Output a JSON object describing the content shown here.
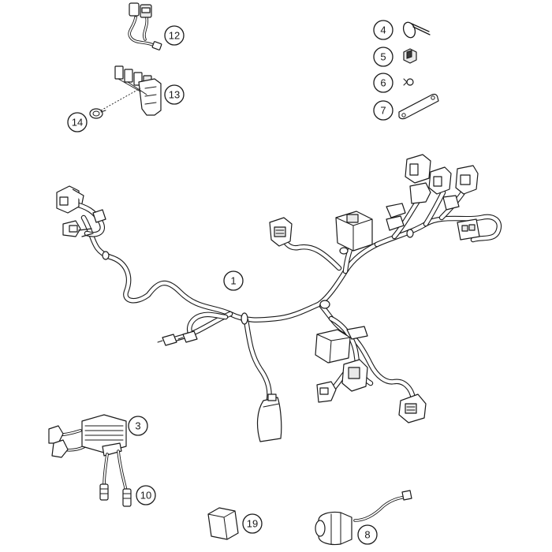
{
  "diagram": {
    "labels": {
      "item_1": "1",
      "item_3": "3",
      "item_4": "4",
      "item_5": "5",
      "item_6": "6",
      "item_7": "7",
      "item_8": "8",
      "item_10": "10",
      "item_12": "12",
      "item_13": "13",
      "item_14": "14",
      "item_19": "19"
    }
  }
}
